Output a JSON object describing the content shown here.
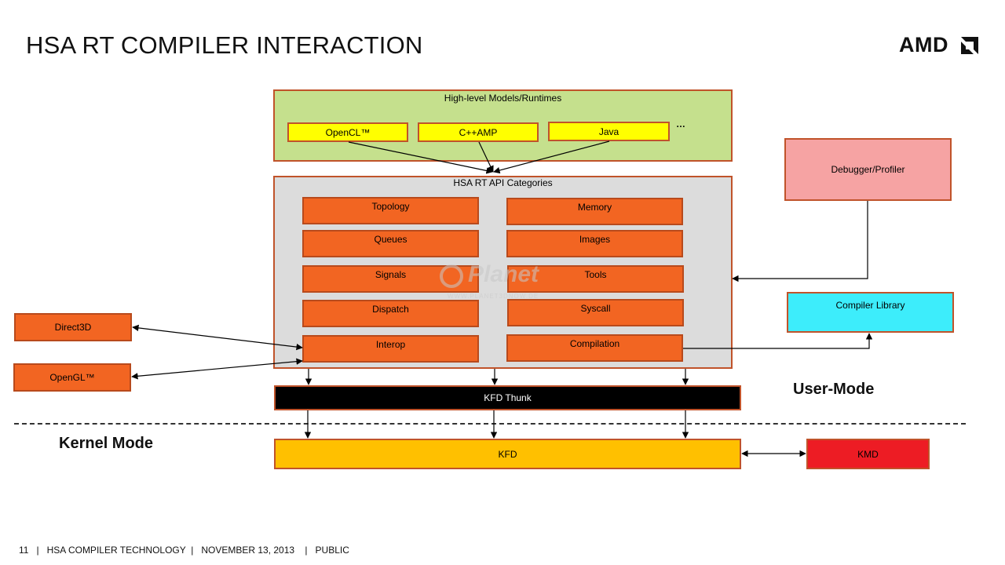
{
  "slide": {
    "title": "HSA RT COMPILER INTERACTION",
    "logo_text": "AMD"
  },
  "models": {
    "label": "High-level Models/Runtimes",
    "items": [
      "OpenCL™",
      "C++AMP",
      "Java"
    ],
    "more": "…"
  },
  "api": {
    "label": "HSA RT API Categories",
    "left": [
      "Topology",
      "Queues",
      "Signals",
      "Dispatch",
      "Interop"
    ],
    "right": [
      "Memory",
      "Images",
      "Tools",
      "Syscall",
      "Compilation"
    ]
  },
  "external": {
    "debugger": "Debugger/Profiler",
    "compiler_library": "Compiler Library",
    "direct3d": "Direct3D",
    "opengl": "OpenGL™"
  },
  "lower": {
    "kfd_thunk": "KFD Thunk",
    "kfd": "KFD",
    "kmd": "KMD"
  },
  "modes": {
    "user": "User-Mode",
    "kernel": "Kernel Mode"
  },
  "watermark": {
    "main": "Planet",
    "sub": "WWW.PLANET3DNOW.DE"
  },
  "footer": {
    "page": "11",
    "deck": "HSA COMPILER TECHNOLOGY",
    "date": "NOVEMBER 13, 2013",
    "classification": "PUBLIC"
  }
}
